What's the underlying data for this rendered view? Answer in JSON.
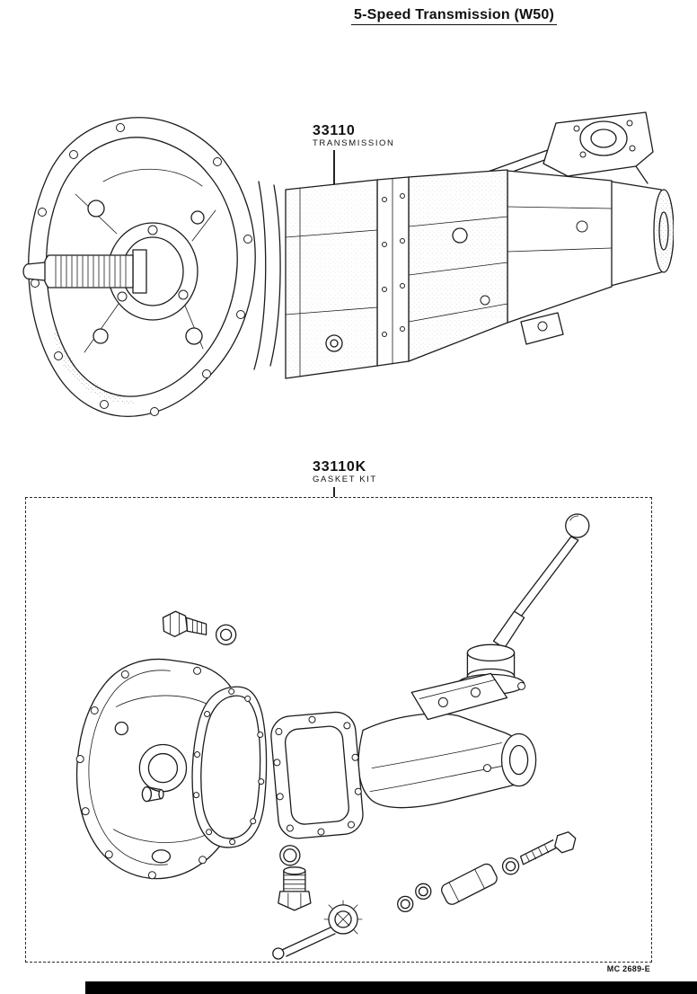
{
  "header": {
    "title": "5-Speed Transmission (W50)"
  },
  "parts": {
    "transmission": {
      "number": "33110",
      "name": "TRANSMISSION"
    },
    "gasket_kit": {
      "number": "33110K",
      "name": "GASKET KIT"
    }
  },
  "footer": {
    "doc_code": "MC 2689-E"
  },
  "colors": {
    "ink": "#1c1c1c",
    "paper": "#ffffff"
  }
}
